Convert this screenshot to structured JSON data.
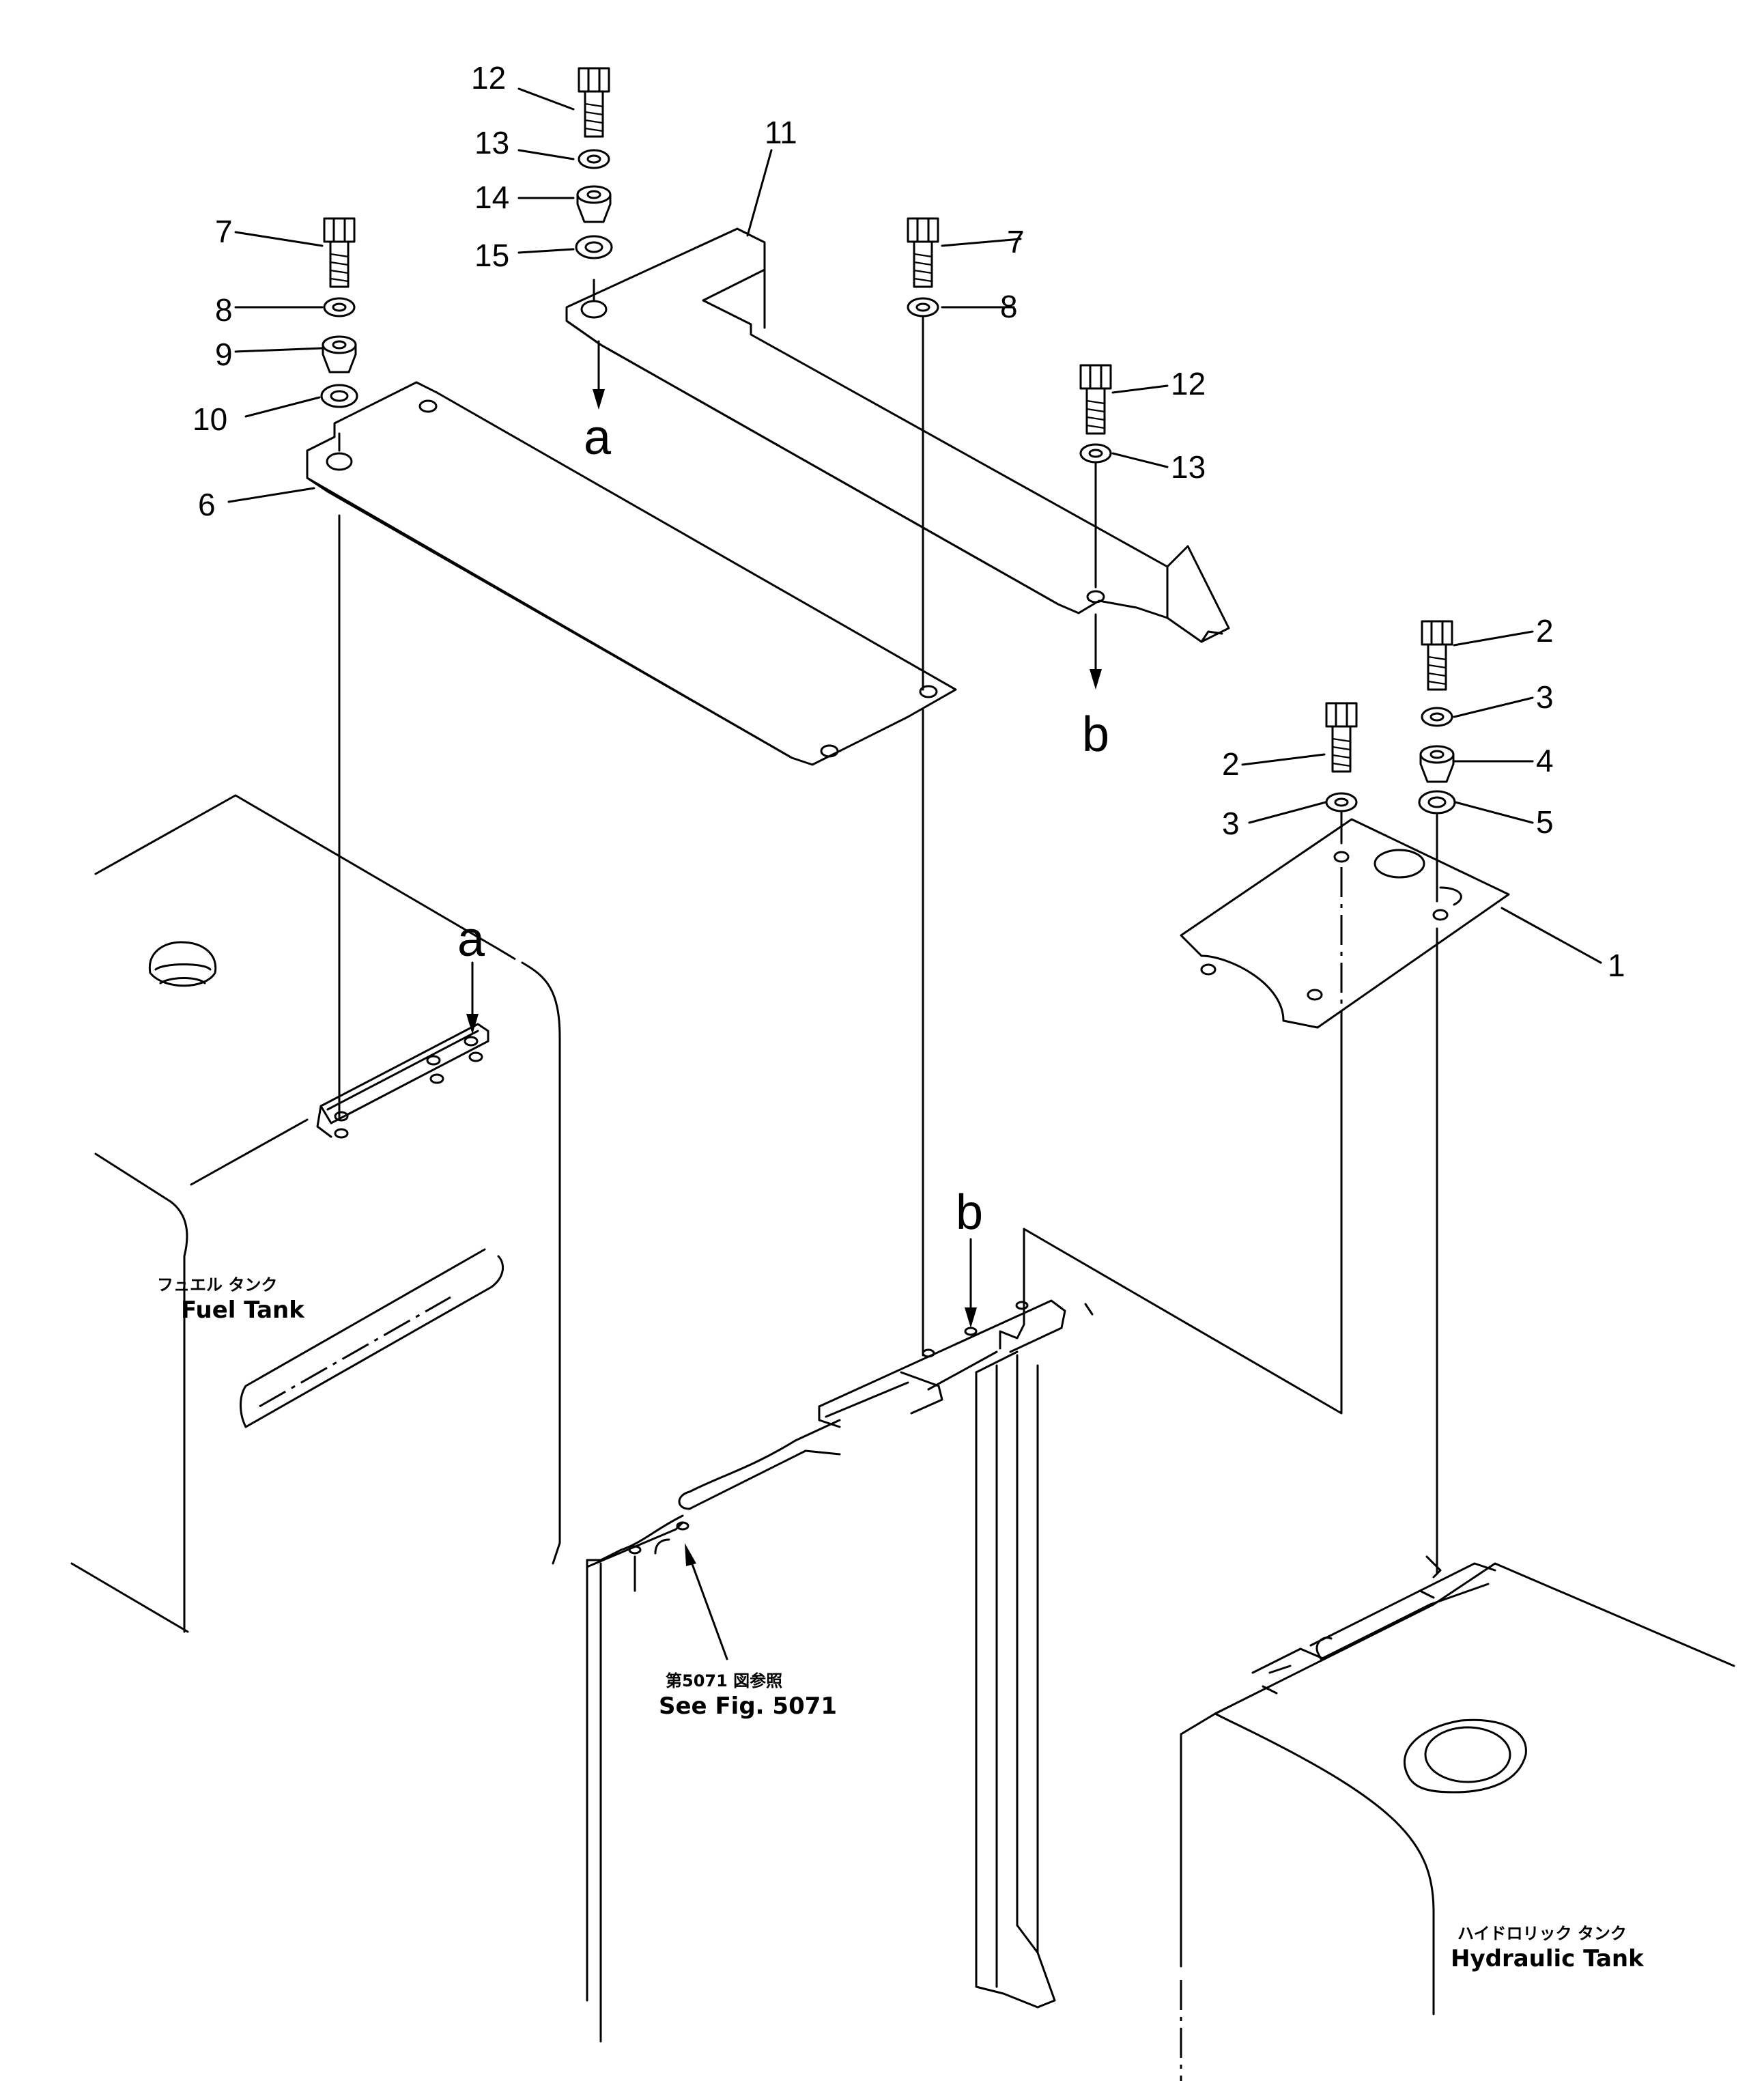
{
  "callouts": {
    "c1": "1",
    "c2a": "2",
    "c2b": "2",
    "c3a": "3",
    "c3b": "3",
    "c4": "4",
    "c5": "5",
    "c6": "6",
    "c7a": "7",
    "c7b": "7",
    "c8a": "8",
    "c8b": "8",
    "c9": "9",
    "c10": "10",
    "c11": "11",
    "c12a": "12",
    "c12b": "12",
    "c13a": "13",
    "c13b": "13",
    "c14": "14",
    "c15": "15"
  },
  "refs": {
    "a_top": "a",
    "a_bottom": "a",
    "b_top": "b",
    "b_bottom": "b"
  },
  "captions": {
    "fuel_jp": "フュエル タンク",
    "fuel_en": "Fuel Tank",
    "hyd_jp": "ハイドロリック タンク",
    "hyd_en": "Hydraulic Tank",
    "see_jp": "第5071 図参照",
    "see_en": "See Fig. 5071"
  }
}
